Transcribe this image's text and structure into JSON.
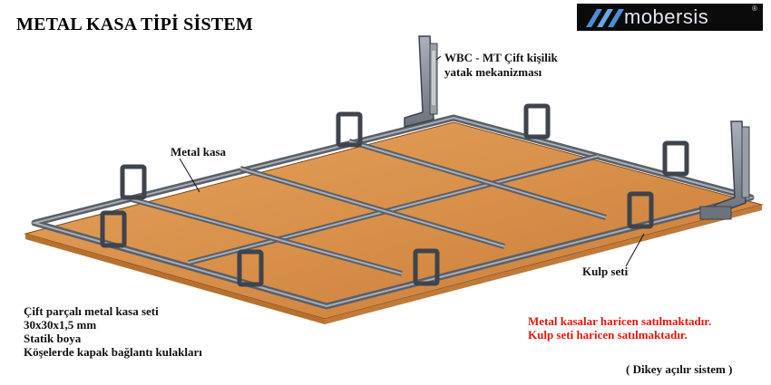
{
  "title": "METAL KASA TİPİ SİSTEM",
  "brand": {
    "name": "mobersis",
    "reg": "®",
    "bg": "#0a0a0a",
    "accent": "#4a8fd6"
  },
  "labels": {
    "mechanism": [
      "WBC - MT Çift kişilik",
      "yatak mekanizması"
    ],
    "frame": "Metal kasa",
    "handles": "Kulp seti"
  },
  "specs": [
    "Çift parçalı metal kasa seti",
    "30x30x1,5 mm",
    "Statik boya",
    "Köşelerde kapak bağlantı kulakları"
  ],
  "notice": {
    "lines": [
      "Metal kasalar haricen satılmaktadır.",
      "Kulp seti haricen satılmaktadır."
    ],
    "color": "#e8140a"
  },
  "footer": "( Dikey açılır sistem )",
  "colors": {
    "wood": "#d9904a",
    "wood_dark": "#b86a2a",
    "metal": "#8a8f99",
    "metal_dark": "#4e535c"
  }
}
